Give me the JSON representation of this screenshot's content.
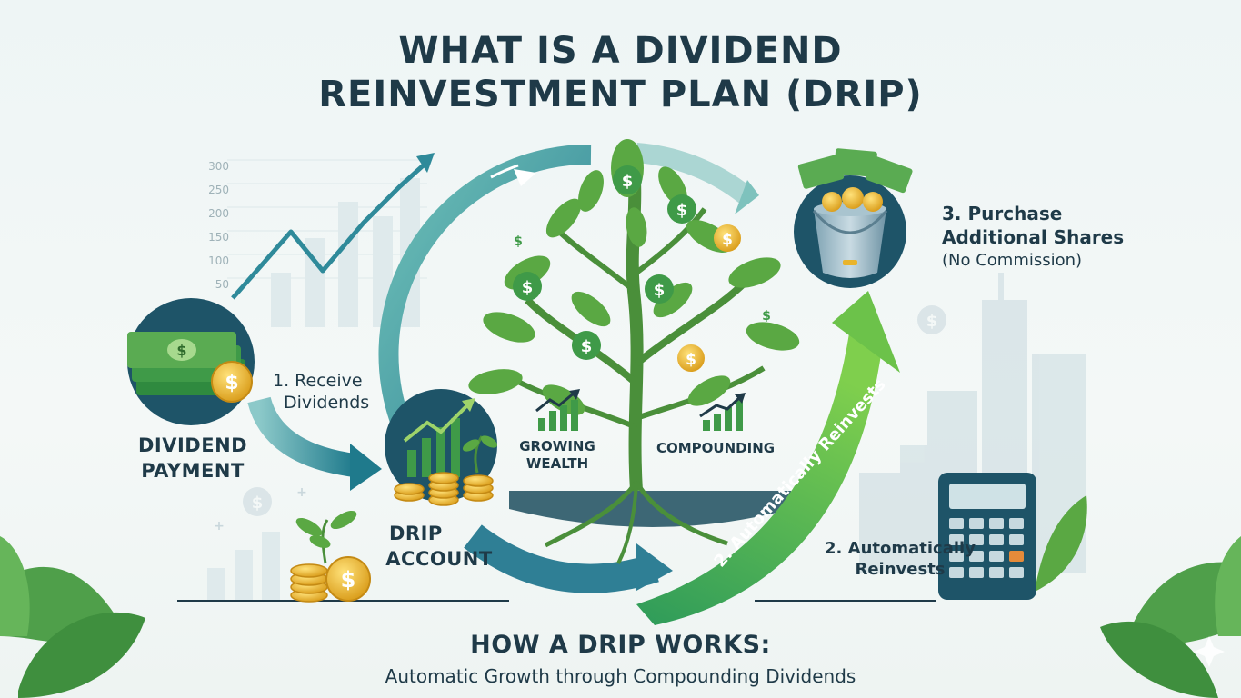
{
  "title": {
    "line1": "WHAT IS A DIVIDEND",
    "line2": "REINVESTMENT PLAN (DRIP)"
  },
  "background_chart": {
    "ticks": [
      "300",
      "250",
      "200",
      "150",
      "100",
      "50"
    ]
  },
  "steps": {
    "dividend_payment": {
      "line1": "DIVIDEND",
      "line2": "PAYMENT"
    },
    "receive": {
      "line1": "1. Receive",
      "line2": "Dividends"
    },
    "drip_account": {
      "line1": "DRIP",
      "line2": "ACCOUNT"
    },
    "purchase": {
      "line1": "3. Purchase",
      "line2": "Additional Shares",
      "line3": "(No Commission)"
    },
    "reinvest_arrow": "2. Automatically Reinvests",
    "reinvest": {
      "line1": "2. Automatically",
      "line2": "Reinvests"
    }
  },
  "tree": {
    "growing": {
      "line1": "GROWING",
      "line2": "WEALTH"
    },
    "compounding": "COMPOUNDING"
  },
  "footer": {
    "heading": "HOW A DRIP WORKS:",
    "subheading": "Automatic Growth through Compounding Dividends"
  },
  "colors": {
    "navy": "#1f3a48",
    "teal": "#2f8a9a",
    "green": "#4caf50",
    "leaf": "#5aa843",
    "gold": "#e9b42c"
  }
}
